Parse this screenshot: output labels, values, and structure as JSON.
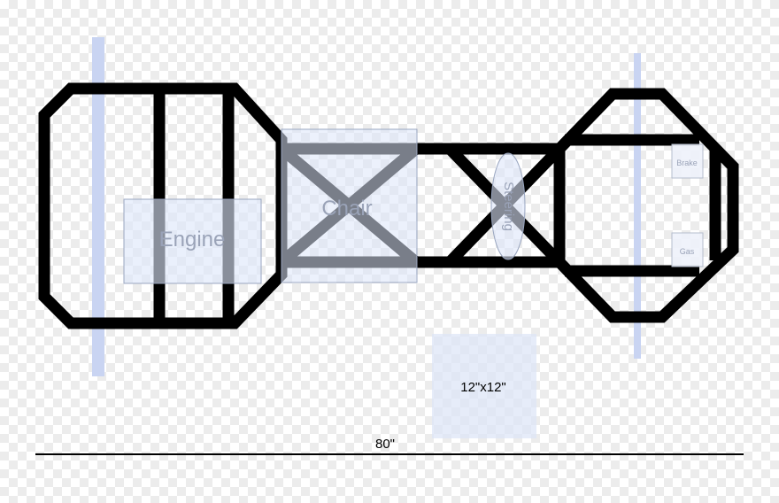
{
  "labels": {
    "engine": "Engine",
    "chair": "Chair",
    "steering": "Steering",
    "brake": "Brake",
    "gas": "Gas",
    "plate": "12\"x12\"",
    "dimension": "80\""
  },
  "colors": {
    "frame": "#000000",
    "axle": "#c9d4f2",
    "component_fill": "#dde6fa",
    "component_stroke": "#9aa6c0",
    "component_text": "#9aa3b8",
    "plate_fill": "#dde6f7",
    "dimension_line": "#000000"
  }
}
